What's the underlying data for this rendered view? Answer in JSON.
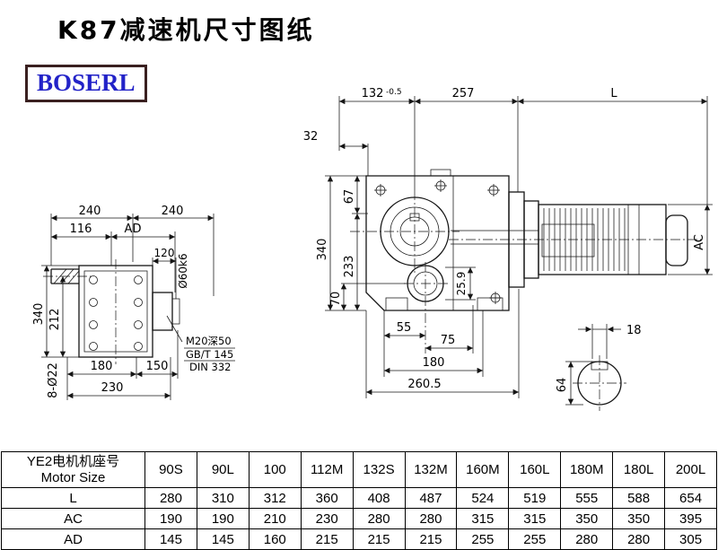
{
  "page": {
    "title": "K87减速机尺寸图纸",
    "logo": "BOSERL",
    "logo_color": "#2323c8",
    "logo_border": "#3a2020",
    "line_color": "#151515"
  },
  "left_view": {
    "dim_240a": "240",
    "dim_240b": "240",
    "dim_116": "116",
    "dim_AD": "AD",
    "dim_120": "120",
    "dim_shaft": "Ø60k6",
    "dim_340": "340",
    "dim_212": "212",
    "dim_180": "180",
    "dim_150": "150",
    "dim_230": "230",
    "dim_holes": "8-Ø22",
    "note1": "M20深50",
    "note2": "GB/T 145",
    "note3": "DIN 332"
  },
  "front_view": {
    "dim_132": "132",
    "tol_132": "-0.5",
    "dim_257": "257",
    "dim_L": "L",
    "dim_32": "32",
    "dim_67": "67",
    "dim_340": "340",
    "dim_233": "233",
    "dim_70": "70",
    "dim_259": "25.9",
    "dim_55": "55",
    "dim_75": "75",
    "dim_180": "180",
    "dim_2605": "260.5",
    "dim_AC": "AC"
  },
  "shaft_view": {
    "dim_18": "18",
    "dim_64": "64"
  },
  "table": {
    "header_line1": "YE2电机机座号",
    "header_line2": "Motor Size",
    "columns": [
      "90S",
      "90L",
      "100",
      "112M",
      "132S",
      "132M",
      "160M",
      "160L",
      "180M",
      "180L",
      "200L"
    ],
    "rows": [
      {
        "label": "L",
        "values": [
          "280",
          "310",
          "312",
          "360",
          "408",
          "487",
          "524",
          "519",
          "555",
          "588",
          "654"
        ]
      },
      {
        "label": "AC",
        "values": [
          "190",
          "190",
          "210",
          "230",
          "280",
          "280",
          "315",
          "315",
          "350",
          "350",
          "395"
        ]
      },
      {
        "label": "AD",
        "values": [
          "145",
          "145",
          "160",
          "215",
          "215",
          "215",
          "255",
          "255",
          "280",
          "280",
          "305"
        ]
      }
    ]
  }
}
